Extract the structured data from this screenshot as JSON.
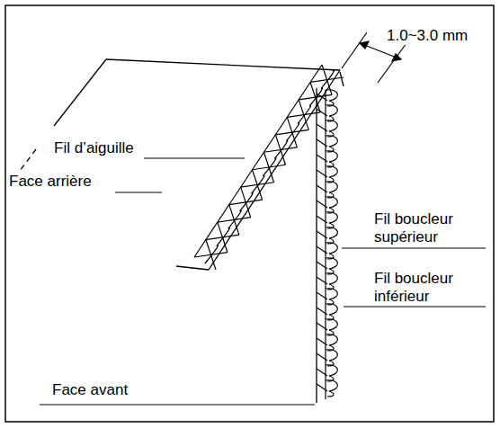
{
  "diagram": {
    "labels": [
      "1.0~3.0 mm",
      "Fil d’aiguille",
      "Face arrière",
      "Fil boucleur supérieur",
      "Fil boucleur inférieur",
      "Face avant"
    ]
  }
}
